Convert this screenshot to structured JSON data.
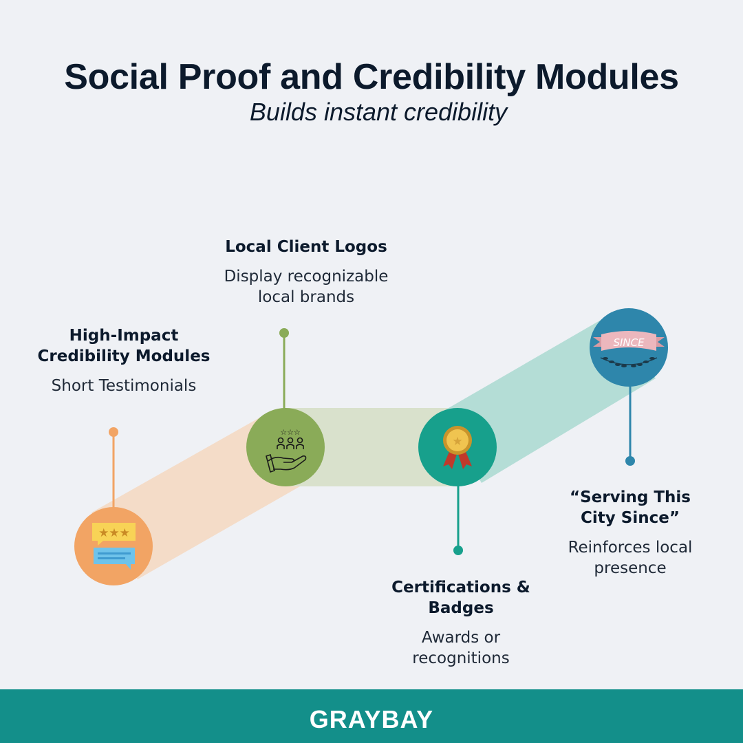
{
  "title": "Social Proof and Credibility Modules",
  "subtitle": "Builds instant credibility",
  "steps": [
    {
      "heading_lines": [
        "High-Impact",
        "Credibility Modules"
      ],
      "description_lines": [
        "Short Testimonials"
      ],
      "icon": "review-chat-icon",
      "color": "#f2a464"
    },
    {
      "heading_lines": [
        "Local Client Logos"
      ],
      "description_lines": [
        "Display recognizable",
        "local brands"
      ],
      "icon": "community-hand-icon",
      "color": "#8aab58"
    },
    {
      "heading_lines": [
        "Certifications &",
        "Badges"
      ],
      "description_lines": [
        "Awards or",
        "recognitions"
      ],
      "icon": "award-medal-icon",
      "color": "#17a08c"
    },
    {
      "heading_lines": [
        "“Serving This",
        "City Since”"
      ],
      "description_lines": [
        "Reinforces local",
        "presence"
      ],
      "icon": "since-banner-icon",
      "color": "#2e86ab"
    }
  ],
  "since_banner_text": "SINCE",
  "footer": {
    "logo_text": "GRAYBAY",
    "background": "#138f8a"
  }
}
